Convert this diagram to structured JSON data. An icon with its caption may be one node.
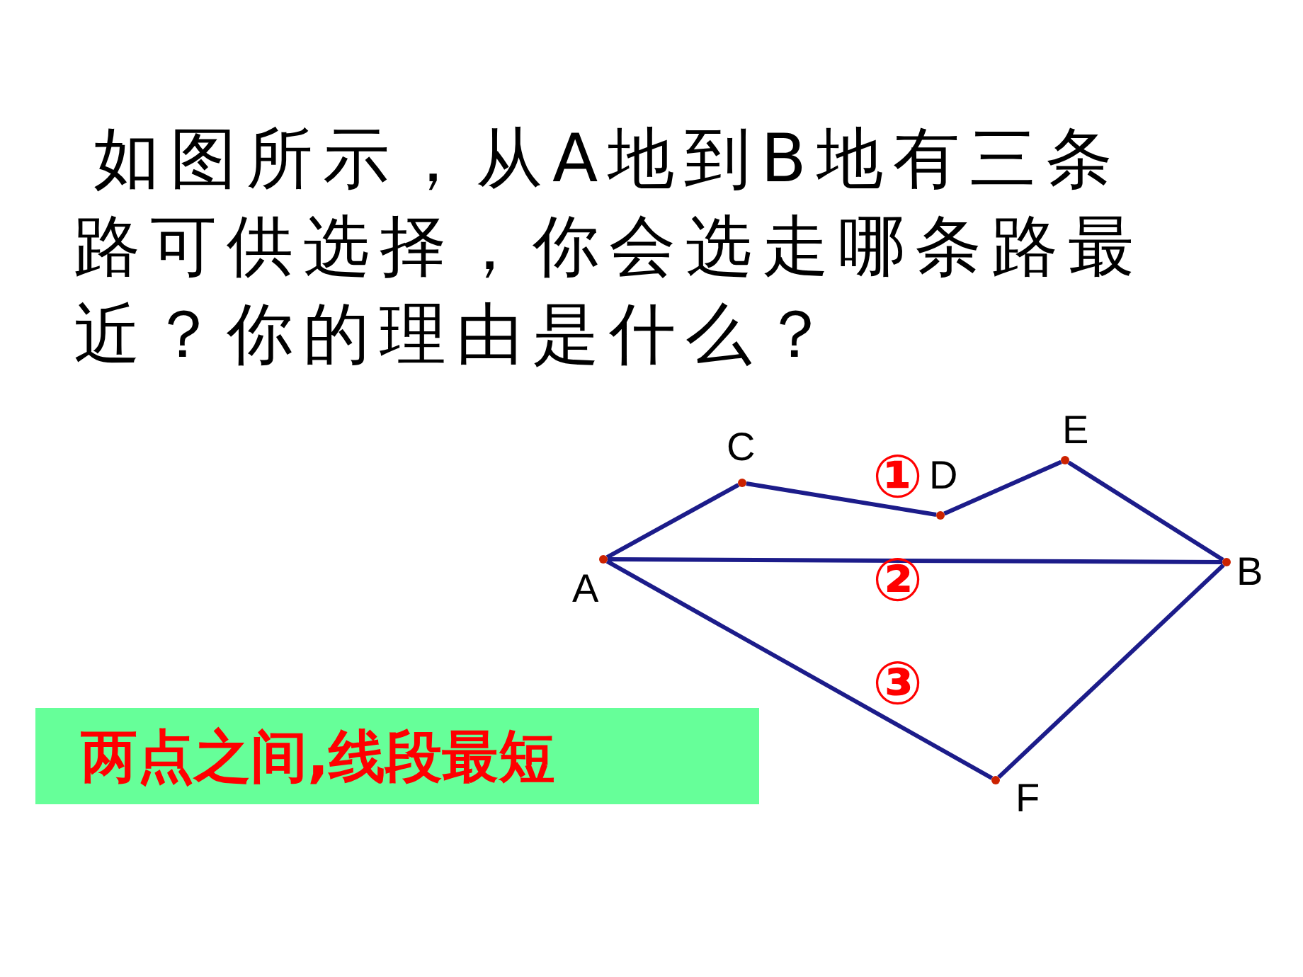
{
  "diagram": {
    "title": "如图所示，从A地到B地有三条路可供选择，你会选走哪条路最近？你的理由是什么？",
    "nodes": [
      {
        "text": [],
        "shape": "circle",
        "beside": [
          "A"
        ]
      },
      {
        "text": [],
        "shape": "circle",
        "beside": [
          "B"
        ]
      },
      {
        "text": [],
        "shape": "circle",
        "beside": [
          "C"
        ]
      },
      {
        "text": [],
        "shape": "circle",
        "beside": [
          "D"
        ]
      },
      {
        "text": [],
        "shape": "circle",
        "beside": [
          "E"
        ]
      },
      {
        "text": [],
        "shape": "circle",
        "beside": [
          "F"
        ]
      },
      {
        "text": [
          "两点之间,线段最短"
        ]
      }
    ],
    "edges": [
      {
        "from": 0,
        "to": 2,
        "arrow": "none"
      },
      {
        "from": 2,
        "to": 3,
        "arrow": "none"
      },
      {
        "from": 3,
        "to": 4,
        "arrow": "none"
      },
      {
        "from": 4,
        "to": 1,
        "arrow": "none"
      },
      {
        "from": 0,
        "to": 1,
        "arrow": "none"
      },
      {
        "from": 0,
        "to": 5,
        "arrow": "none"
      },
      {
        "from": 5,
        "to": 1,
        "arrow": "none"
      }
    ],
    "labels": [
      "①",
      "②",
      "③"
    ]
  }
}
